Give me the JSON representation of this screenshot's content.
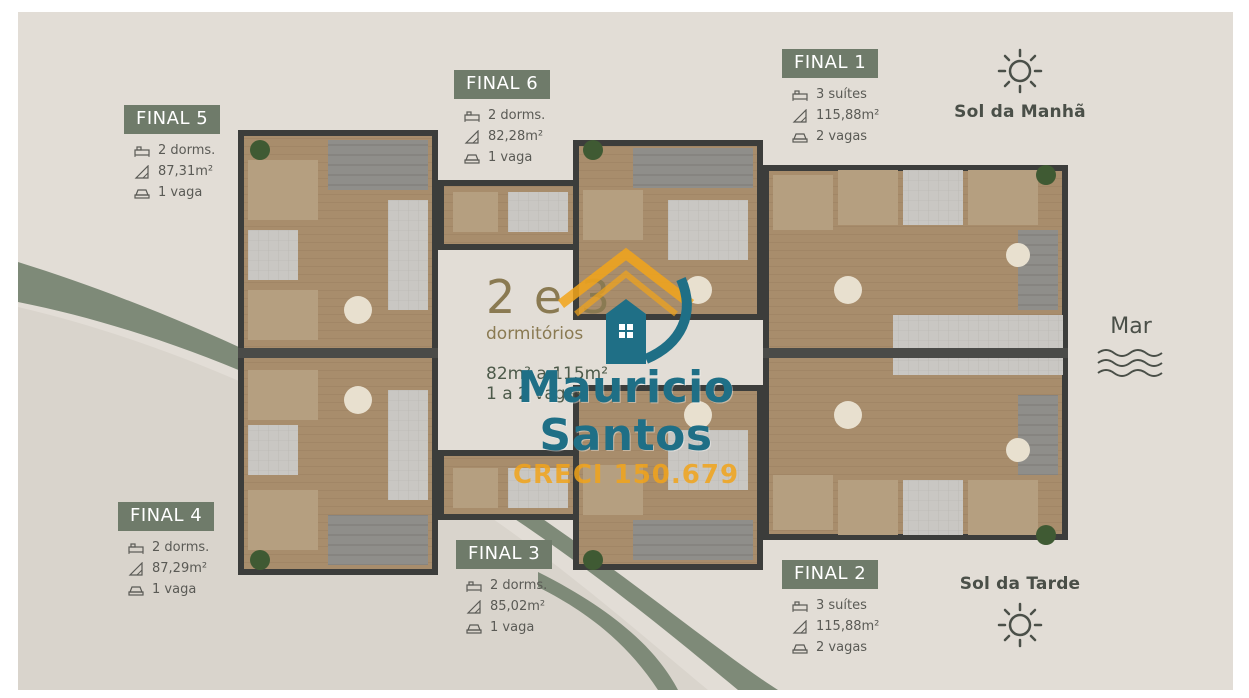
{
  "finals": [
    {
      "id": "final5",
      "tag": "FINAL 5",
      "rooms": "2 dorms.",
      "area": "87,31m²",
      "parking": "1 vaga"
    },
    {
      "id": "final6",
      "tag": "FINAL 6",
      "rooms": "2 dorms.",
      "area": "82,28m²",
      "parking": "1 vaga"
    },
    {
      "id": "final1",
      "tag": "FINAL 1",
      "rooms": "3 suítes",
      "area": "115,88m²",
      "parking": "2 vagas"
    },
    {
      "id": "final4",
      "tag": "FINAL 4",
      "rooms": "2 dorms.",
      "area": "87,29m²",
      "parking": "1 vaga"
    },
    {
      "id": "final3",
      "tag": "FINAL 3",
      "rooms": "2 dorms.",
      "area": "85,02m²",
      "parking": "1 vaga"
    },
    {
      "id": "final2",
      "tag": "FINAL 2",
      "rooms": "3 suítes",
      "area": "115,88m²",
      "parking": "2 vagas"
    }
  ],
  "orientation": {
    "morning_sun": "Sol da Manhã",
    "afternoon_sun": "Sol da Tarde",
    "sea": "Mar"
  },
  "center": {
    "big": "2 e 3",
    "sub": "dormitórios",
    "area_range": "82m² a 115m²",
    "parking": "1 a 2 vagas"
  },
  "watermark": {
    "name": "Mauricio Santos",
    "creci": "CRECI 150.679"
  },
  "colors": {
    "tag_bg": "#6f7b6a",
    "sheet_bg": "#e2ddd6",
    "swoosh": "#7e8a78",
    "brand_blue": "#1f6f86",
    "brand_orange": "#f2a41a",
    "accent_gold": "#8a7a52"
  },
  "icons": {
    "rooms": "bed-icon",
    "area": "ruler-triangle-icon",
    "parking": "car-icon",
    "sun": "sun-icon",
    "sea": "waves-icon"
  }
}
